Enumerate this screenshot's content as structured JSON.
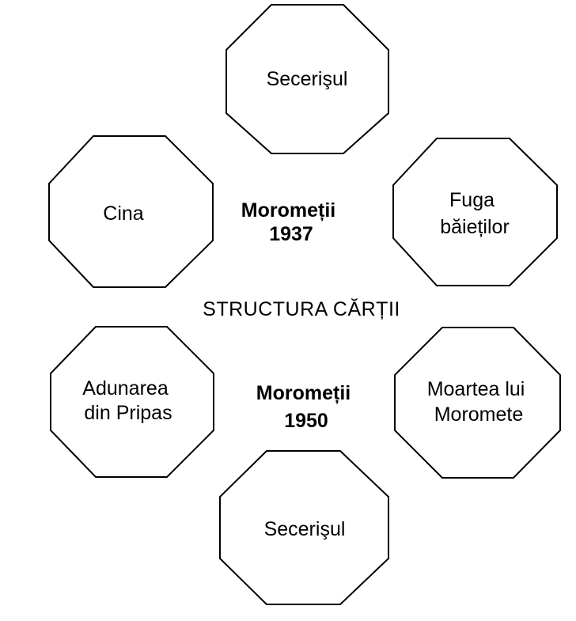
{
  "diagram": {
    "center_title": "STRUCTURA CĂRȚII",
    "volumes": [
      {
        "title": "Moromeții",
        "year": "1937"
      },
      {
        "title": "Moromeții",
        "year": "1950"
      }
    ],
    "nodes": [
      {
        "id": "secerisul-top",
        "lines": [
          "Secerişul"
        ]
      },
      {
        "id": "cina",
        "lines": [
          "Cina"
        ]
      },
      {
        "id": "fuga-baietilor",
        "lines": [
          "Fuga",
          "băieților"
        ]
      },
      {
        "id": "adunarea-din-pripas",
        "lines": [
          "Adunarea",
          "din Pripas"
        ]
      },
      {
        "id": "moartea-lui-moromete",
        "lines": [
          "Moartea lui",
          "Moromete"
        ]
      },
      {
        "id": "secerisul-bottom",
        "lines": [
          "Secerişul"
        ]
      }
    ]
  }
}
